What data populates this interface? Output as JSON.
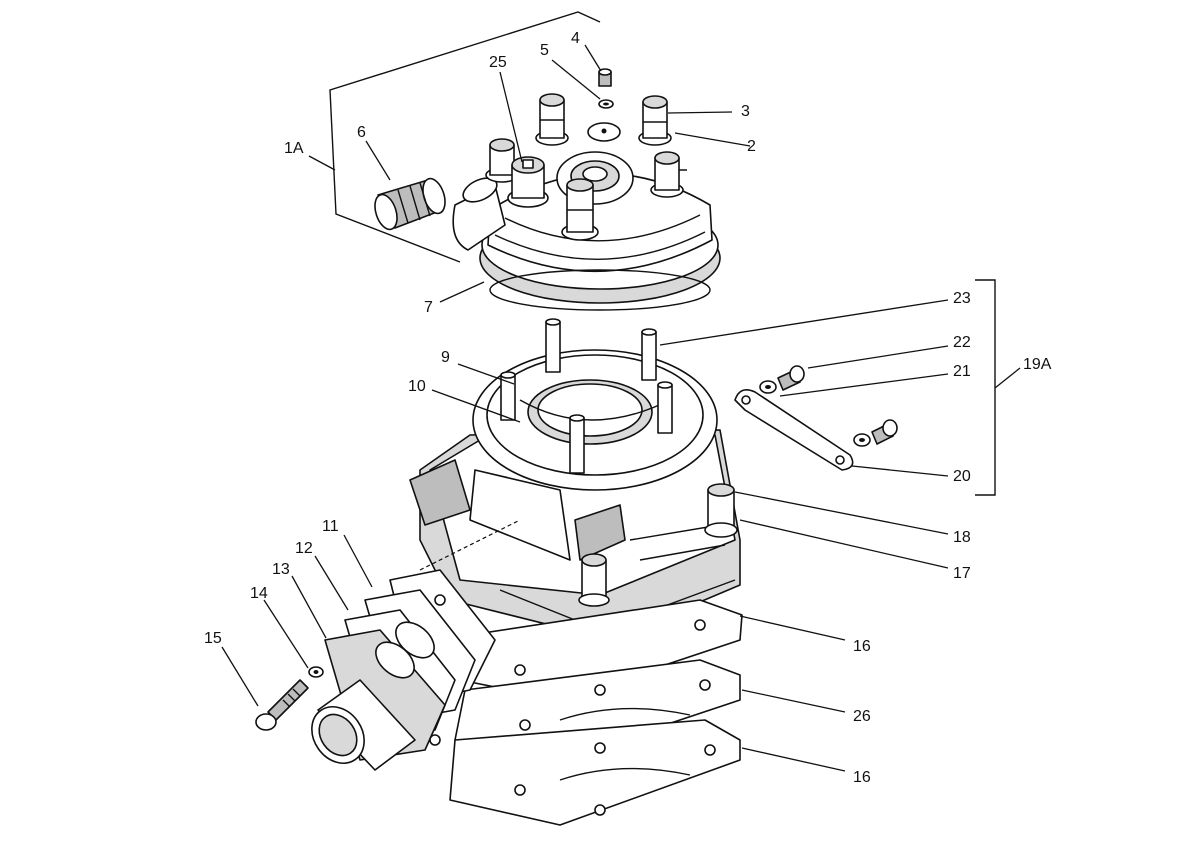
{
  "callouts": {
    "c1A": "1A",
    "c2": "2",
    "c3": "3",
    "c4": "4",
    "c5": "5",
    "c6": "6",
    "c7": "7",
    "c9": "9",
    "c10": "10",
    "c11": "11",
    "c12": "12",
    "c13": "13",
    "c14": "14",
    "c15": "15",
    "c16a": "16",
    "c16b": "16",
    "c17": "17",
    "c18": "18",
    "c19A": "19A",
    "c20": "20",
    "c21": "21",
    "c22": "22",
    "c23": "23",
    "c25": "25",
    "c26": "26"
  }
}
